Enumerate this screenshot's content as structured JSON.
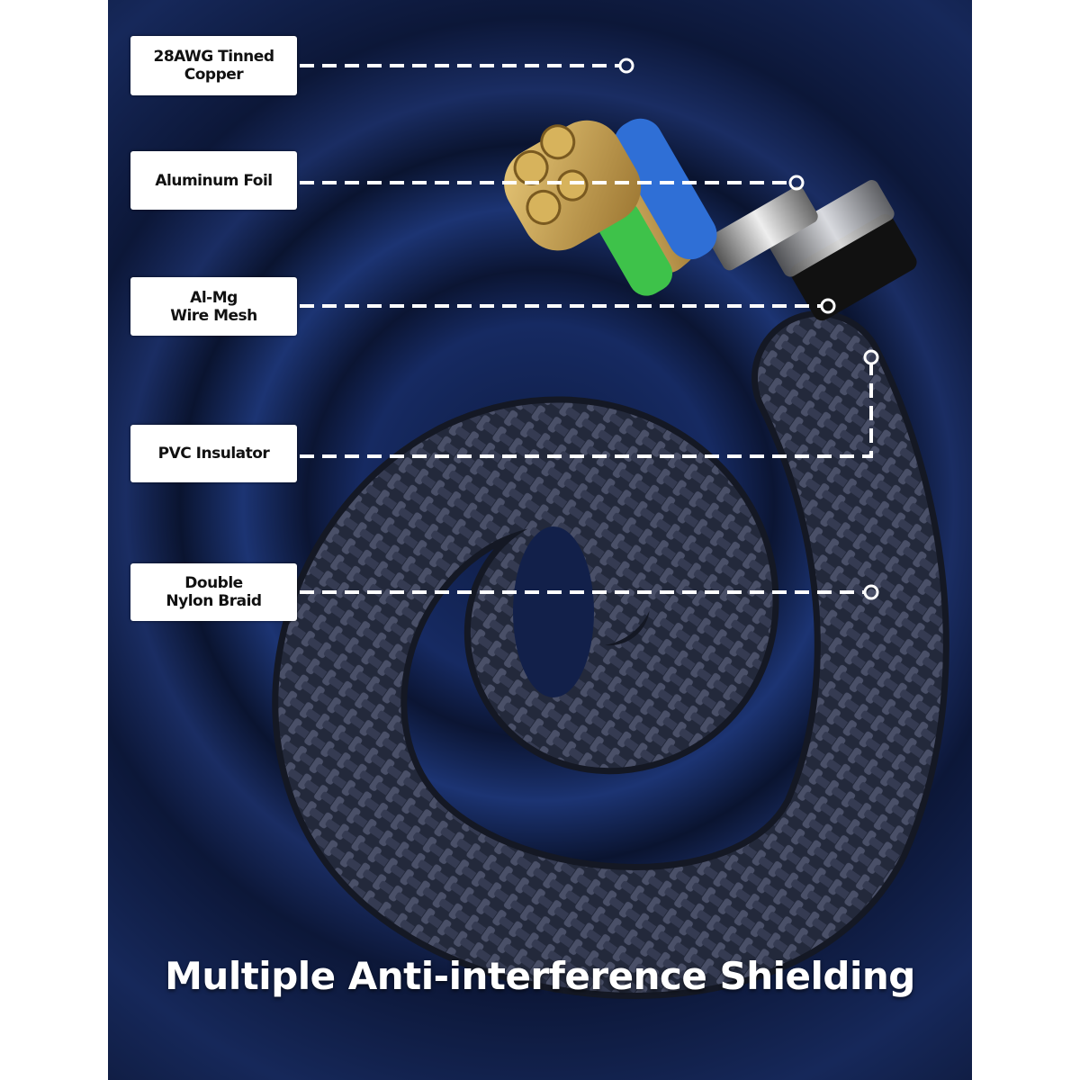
{
  "layers": [
    {
      "lines": [
        "28AWG Tinned",
        "Copper"
      ]
    },
    {
      "lines": [
        "Aluminum Foil"
      ]
    },
    {
      "lines": [
        "Al-Mg",
        "Wire Mesh"
      ]
    },
    {
      "lines": [
        "PVC Insulator"
      ]
    },
    {
      "lines": [
        "Double",
        "Nylon Braid"
      ]
    }
  ],
  "headline": "Multiple Anti-interference Shielding",
  "colors": {
    "background": "#14275c",
    "braid": "#2a3045",
    "copper": "#c9a24a",
    "blue_wire": "#2f6fd6",
    "green_wire": "#3ec24a"
  }
}
